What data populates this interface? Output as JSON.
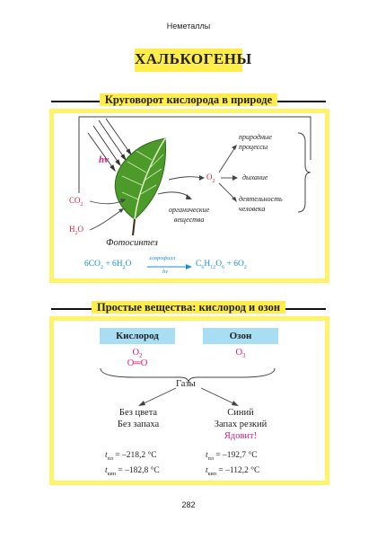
{
  "running_header": "Неметаллы",
  "main_title": "ХАЛЬКОГЕНЫ",
  "section1": {
    "title": "Круговорот кислорода в природе",
    "light": "hv",
    "co2": "CO",
    "co2_sub": "2",
    "h2o_h": "H",
    "h2o_sub": "2",
    "h2o_o": "O",
    "o2": "O",
    "o2_sub": "2",
    "process_natural": [
      "природные",
      "процессы"
    ],
    "process_breathing": "дыхание",
    "process_human": [
      "деятельность",
      "человека"
    ],
    "organic": [
      "органические",
      "вещества"
    ],
    "photosynthesis": "Фотосинтез",
    "equation": {
      "left": "6CO",
      "left_sub": "2",
      "plus1": " + 6H",
      "h_sub": "2",
      "o": "O",
      "over_arrow": "хлорофилл",
      "under_arrow": "hv",
      "c": "C",
      "c_sub": "6",
      "h": "H",
      "h2_sub": "12",
      "o2": "O",
      "o_sub": "6",
      "plus2": " + 6O",
      "o3_sub": "2"
    }
  },
  "section2": {
    "title": "Простые вещества: кислород и озон",
    "oxygen": {
      "header": "Кислород",
      "formula": "O",
      "formula_sub": "2",
      "structure": "O═O",
      "properties": [
        "Без цвета",
        "Без запаха"
      ],
      "t_melt_label": "t",
      "t_melt_sub": "пл",
      "t_melt_value": " = –218,2 °C",
      "t_boil_label": "t",
      "t_boil_sub": "кип",
      "t_boil_value": " = –182,8 °C"
    },
    "ozone": {
      "header": "Озон",
      "formula": "O",
      "formula_sub": "3",
      "properties": [
        "Синий",
        "Запах резкий"
      ],
      "warning": "Ядовит!",
      "t_melt_label": "t",
      "t_melt_sub": "пл",
      "t_melt_value": " = –192,7 °C",
      "t_boil_label": "t",
      "t_boil_sub": "кип",
      "t_boil_value": " = –112,2 °C"
    },
    "gases": "Газы"
  },
  "page_number": "282",
  "colors": {
    "yellow": "#ffed4a",
    "panel_border": "#fff36a",
    "blue": "#1a8fd6",
    "red": "#e01f35",
    "magenta": "#e0197d",
    "light_blue": "#a8def4",
    "leaf_green": "#4c9a2a"
  }
}
